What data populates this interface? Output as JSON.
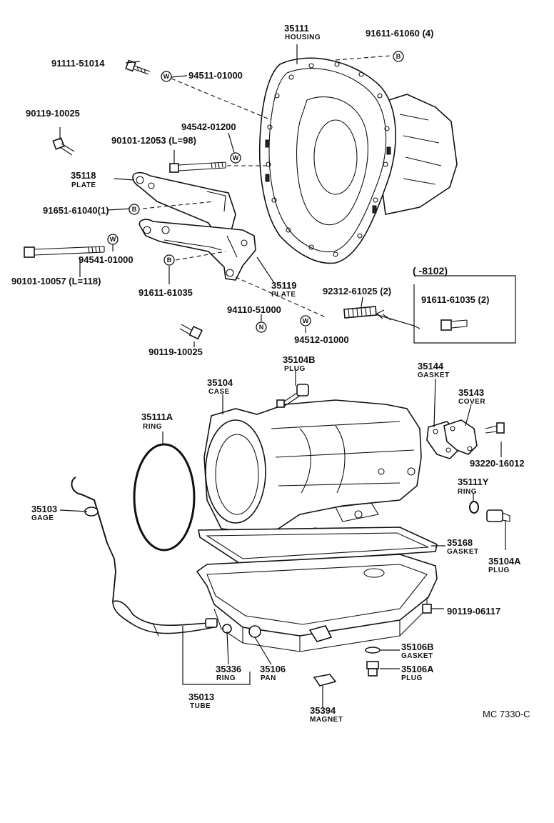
{
  "diagram_ref": "MC 7330-C",
  "callouts": {
    "c35111": {
      "part": "35111",
      "name": "HOUSING"
    },
    "c91611_61060": {
      "part": "91611-61060 (4)"
    },
    "c91111": {
      "part": "91111-51014"
    },
    "c94511": {
      "part": "94511-01000"
    },
    "c90119_10025_top": {
      "part": "90119-10025"
    },
    "c94542": {
      "part": "94542-01200"
    },
    "c90101_12053": {
      "part": "90101-12053 (L=98)"
    },
    "c35118": {
      "part": "35118",
      "name": "PLATE"
    },
    "c91651": {
      "part": "91651-61040(1)"
    },
    "c94541": {
      "part": "94541-01000"
    },
    "c90101_10057": {
      "part": "90101-10057 (L=118)"
    },
    "c91611_61035": {
      "part": "91611-61035"
    },
    "c35119": {
      "part": "35119",
      "name": "PLATE"
    },
    "c92312": {
      "part": "92312-61025 (2)"
    },
    "c94110": {
      "part": "94110-51000"
    },
    "c94512": {
      "part": "94512-01000"
    },
    "c90119_10025_bot": {
      "part": "90119-10025"
    },
    "c8102_box": {
      "range": "( -8102)",
      "part": "91611-61035 (2)"
    },
    "c35104B": {
      "part": "35104B",
      "name": "PLUG"
    },
    "c35144": {
      "part": "35144",
      "name": "GASKET"
    },
    "c35143": {
      "part": "35143",
      "name": "COVER"
    },
    "c35104": {
      "part": "35104",
      "name": "CASE"
    },
    "c35111A": {
      "part": "35111A",
      "name": "RING"
    },
    "c93220": {
      "part": "93220-16012"
    },
    "c35111Y": {
      "part": "35111Y",
      "name": "RING"
    },
    "c35103": {
      "part": "35103",
      "name": "GAGE"
    },
    "c35168": {
      "part": "35168",
      "name": "GASKET"
    },
    "c35104A": {
      "part": "35104A",
      "name": "PLUG"
    },
    "c90119_06117": {
      "part": "90119-06117"
    },
    "c35106B": {
      "part": "35106B",
      "name": "GASKET"
    },
    "c35106A": {
      "part": "35106A",
      "name": "PLUG"
    },
    "c35336": {
      "part": "35336",
      "name": "RING"
    },
    "c35106": {
      "part": "35106",
      "name": "PAN"
    },
    "c35013": {
      "part": "35013",
      "name": "TUBE"
    },
    "c35394": {
      "part": "35394",
      "name": "MAGNET"
    }
  },
  "badges": {
    "b_top": "B",
    "w_94511": "W",
    "w_94542": "W",
    "b_91651": "B",
    "w_94541": "W",
    "b_91611": "B",
    "n_94110": "N",
    "w_94512": "W"
  }
}
